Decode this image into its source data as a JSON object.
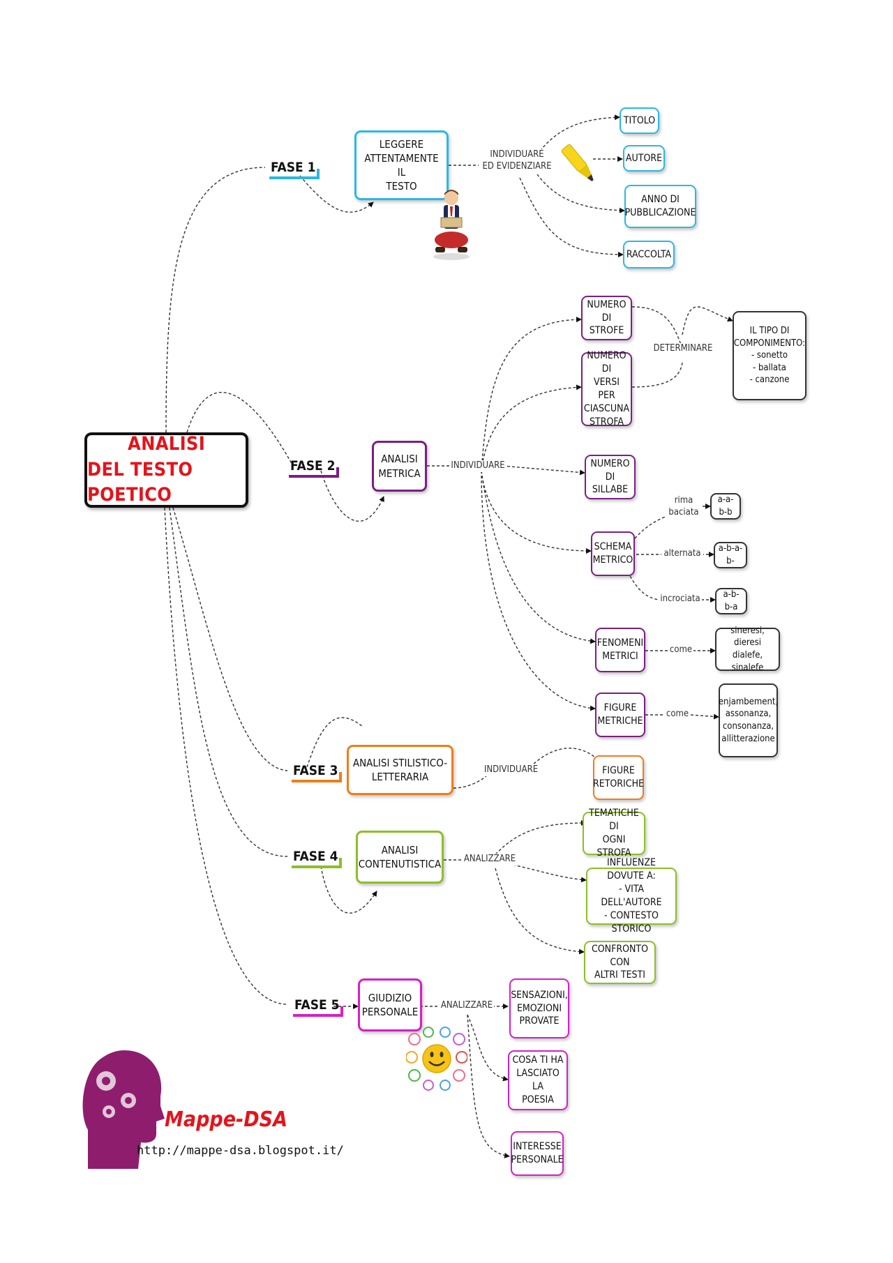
{
  "main": {
    "title_line1": "ANALISI",
    "title_line2": "DEL TESTO POETICO"
  },
  "phases": {
    "fase1": "FASE 1",
    "fase2": "FASE 2",
    "fase3": "FASE 3",
    "fase4": "FASE 4",
    "fase5": "FASE 5"
  },
  "colors": {
    "fase1": "#29b8e5",
    "fase2": "#7b1f82",
    "fase3": "#ef7d1a",
    "fase4": "#8cbf26",
    "fase5": "#d61fc6",
    "title": "#e4141b"
  },
  "nodes": {
    "leggere": "LEGGERE\nATTENTAMENTE IL\nTESTO",
    "titolo": "TITOLO",
    "autore": "AUTORE",
    "anno": "ANNO DI\nPUBBLICAZIONE",
    "raccolta": "RACCOLTA",
    "analisi_metrica": "ANALISI\nMETRICA",
    "numero_strofe": "NUMERO\nDI STROFE",
    "numero_versi": "NUMERO DI\nVERSI PER\nCIASCUNA\nSTROFA",
    "tipo_componimento": "IL TIPO DI\nCOMPONIMENTO:\n- sonetto\n- ballata\n- canzone",
    "numero_sillabe": "NUMERO DI\nSILLABE",
    "schema_metrico": "SCHEMA\nMETRICO",
    "rima_baciata": "a-a-b-b",
    "rima_alternata": "a-b-a-b-",
    "rima_incrociata": "a-b-b-a",
    "fenomeni_metrici": "FENOMENI\nMETRICI",
    "fenomeni_esempi": "sineresi, dieresi\ndialefe, sinalefe",
    "figure_metriche": "FIGURE\nMETRICHE",
    "figure_metriche_esempi": "enjambement,\nassonanza,\nconsonanza,\nallitterazione",
    "analisi_stilistico": "ANALISI STILISTICO-\nLETTERARIA",
    "figure_retoriche": "FIGURE\nRETORICHE",
    "analisi_contenutistica": "ANALISI\nCONTENUTISTICA",
    "tematiche": "TEMATICHE DI\nOGNI STROFA",
    "influenze": "INFLUENZE DOVUTE A:\n- VITA DELL'AUTORE\n- CONTESTO STORICO",
    "confronto": "CONFRONTO CON\nALTRI TESTI",
    "giudizio": "GIUDIZIO\nPERSONALE",
    "sensazioni": "SENSAZIONI,\nEMOZIONI\nPROVATE",
    "cosa_ti_ha": "COSA TI HA\nLASCIATO LA\nPOESIA",
    "interesse": "INTERESSE\nPERSONALE"
  },
  "labels": {
    "individuare_evidenziare": "INDIVIDUARE\nED EVIDENZIARE",
    "determinare": "DETERMINARE",
    "individuare_metrica": "INDIVIDUARE",
    "rima_baciata": "rima\nbaciata",
    "alternata": "alternata",
    "incrociata": "incrociata",
    "come1": "come",
    "come2": "come",
    "individuare_stilistico": "INDIVIDUARE",
    "analizzare_contenuto": "ANALIZZARE",
    "analizzare_giudizio": "ANALIZZARE"
  },
  "logo": {
    "brand": "Mappe-DSA",
    "url": "http://mappe-dsa.blogspot.it/"
  },
  "icons": {
    "reader": "child-reading-icon",
    "marker": "highlighter-icon",
    "smileys": "smiley-faces-icon",
    "logo": "gear-head-icon"
  }
}
